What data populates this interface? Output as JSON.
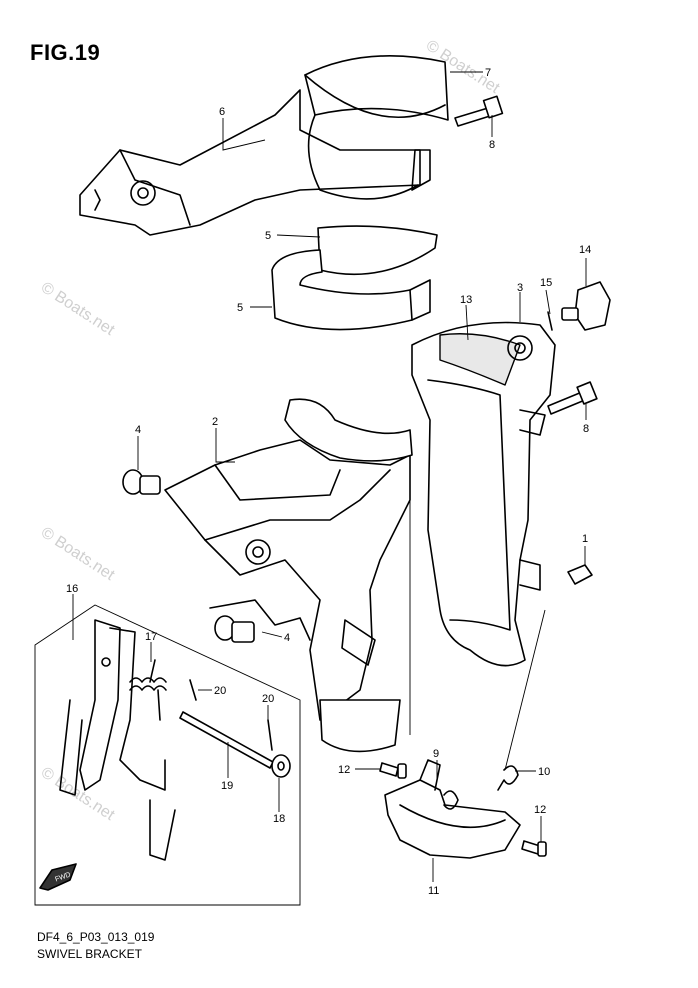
{
  "figure_title": "FIG.19",
  "document_code": "DF4_6_P03_013_019",
  "caption": "SWIVEL BRACKET",
  "watermark": "© Boats.net",
  "fwd_label": "FWD",
  "callouts": {
    "c1": "1",
    "c2": "2",
    "c3": "3",
    "c4a": "4",
    "c4b": "4",
    "c5a": "5",
    "c5b": "5",
    "c6": "6",
    "c7": "7",
    "c8a": "8",
    "c8b": "8",
    "c9": "9",
    "c10": "10",
    "c11": "11",
    "c12a": "12",
    "c12b": "12",
    "c13": "13",
    "c14": "14",
    "c15": "15",
    "c16": "16",
    "c17": "17",
    "c18": "18",
    "c19": "19",
    "c20a": "20",
    "c20b": "20"
  }
}
